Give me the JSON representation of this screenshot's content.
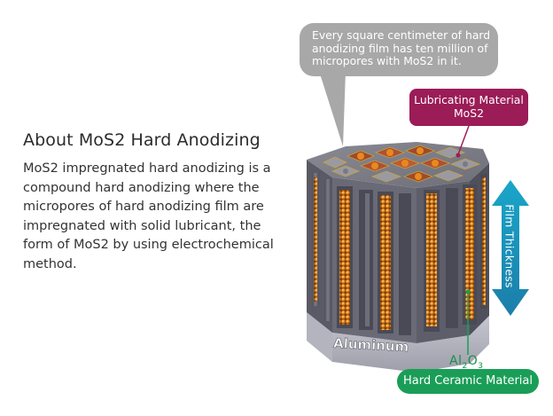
{
  "heading": "About MoS2 Hard Anodizing",
  "description": [
    "MoS2 impregnated hard anodizing is a",
    "compound hard anodizing where the",
    "micropores of hard anodizing film are",
    "impregnated with solid lubricant, the",
    "form of MoS2 by using electrochemical",
    "method."
  ],
  "callout": {
    "lines": [
      "Every square centimeter of hard",
      "anodizing film has ten million of",
      "micropores with MoS2 in it."
    ]
  },
  "labels": {
    "lubricating_line1": "Lubricating Material",
    "lubricating_line2": "MoS2",
    "film_thickness": "Film Thickness",
    "formula_base": "Al",
    "formula_sub1": "2",
    "formula_mid": "O",
    "formula_sub2": "3",
    "hard_ceramic": "Hard Ceramic Material",
    "aluminum": "Aluminum"
  },
  "colors": {
    "lubricating_accent": "#9b1c57",
    "ceramic_accent": "#1a9e57",
    "thickness_arrow": "#1a9cc0",
    "mos2_particles": "#e8891e",
    "callout_bubble": "#a8a8a8"
  }
}
